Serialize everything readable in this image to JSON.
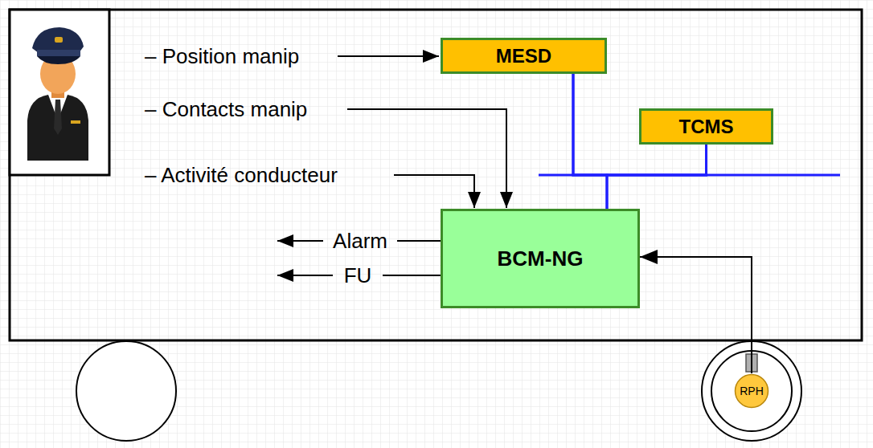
{
  "diagram": {
    "nodes": [
      {
        "text": [
          "MESD"
        ]
      },
      {
        "text": [
          "TCMS"
        ]
      },
      {
        "text": [
          "BCM-NG"
        ]
      },
      {
        "text": [
          "RPH"
        ]
      }
    ],
    "edges": [
      {
        "from": 0,
        "to": 2,
        "arrow": "none"
      },
      {
        "from": 1,
        "to": 2,
        "arrow": "none"
      },
      {
        "from": 0,
        "to": 1,
        "arrow": "none"
      },
      {
        "from": 3,
        "to": 2,
        "arrow": "to"
      }
    ],
    "labels": [
      "– Position manip",
      "– Contacts manip",
      "– Activité conducteur",
      "Alarm",
      "FU"
    ]
  }
}
